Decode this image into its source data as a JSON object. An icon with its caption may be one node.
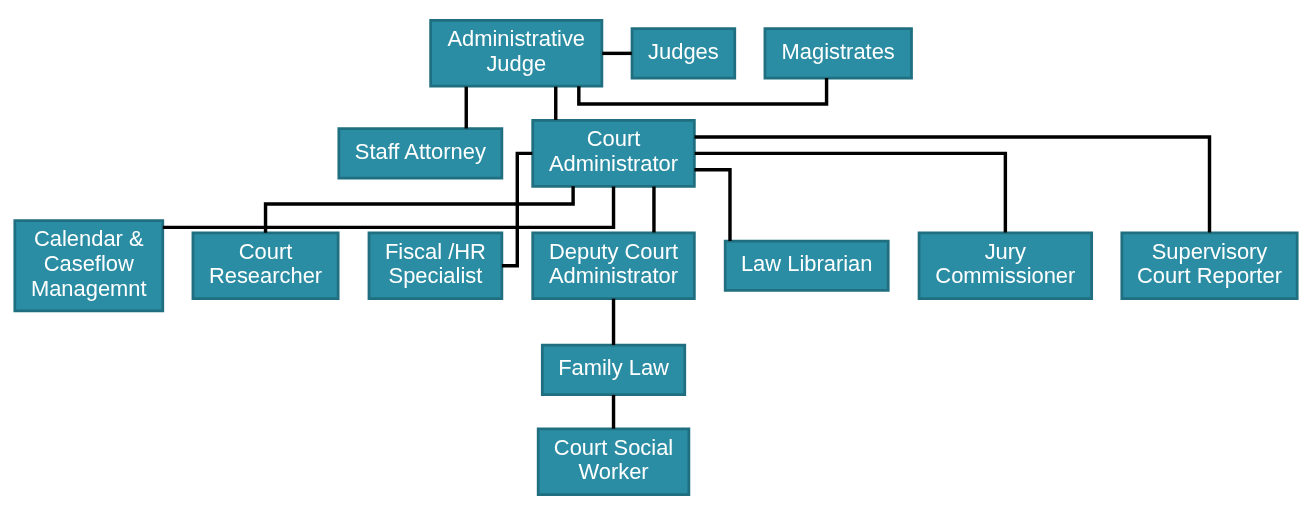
{
  "diagram": {
    "nodes": [
      {
        "text": [
          "Magistrates"
        ]
      },
      {
        "text": [
          "Administrative Judge"
        ]
      },
      {
        "text": [
          "Judges"
        ]
      },
      {
        "text": [
          "Staff Attorney"
        ]
      },
      {
        "text": [
          "Court Administrator"
        ]
      },
      {
        "text": [
          "Calendar & Caseflow Managemnt"
        ]
      },
      {
        "text": [
          "Court Researcher"
        ]
      },
      {
        "text": [
          "Fiscal /HR Specialist"
        ]
      },
      {
        "text": [
          "Deputy Court Administrator"
        ]
      },
      {
        "text": [
          "Law Librarian"
        ]
      },
      {
        "text": [
          "Jury Commissioner"
        ]
      },
      {
        "text": [
          "Supervisory Court Reporter"
        ]
      },
      {
        "text": [
          "Family Law"
        ]
      },
      {
        "text": [
          "Court Social Worker"
        ]
      }
    ],
    "edges": [
      {
        "from": 1,
        "to": 0,
        "arrow": "none"
      },
      {
        "from": 1,
        "to": 2,
        "arrow": "none"
      },
      {
        "from": 1,
        "to": 3,
        "arrow": "none"
      },
      {
        "from": 1,
        "to": 4,
        "arrow": "none"
      },
      {
        "from": 4,
        "to": 5,
        "arrow": "none"
      },
      {
        "from": 4,
        "to": 6,
        "arrow": "none"
      },
      {
        "from": 4,
        "to": 7,
        "arrow": "none"
      },
      {
        "from": 4,
        "to": 8,
        "arrow": "none"
      },
      {
        "from": 4,
        "to": 9,
        "arrow": "none"
      },
      {
        "from": 4,
        "to": 10,
        "arrow": "none"
      },
      {
        "from": 4,
        "to": 11,
        "arrow": "none"
      },
      {
        "from": 8,
        "to": 12,
        "arrow": "none"
      },
      {
        "from": 12,
        "to": 13,
        "arrow": "none"
      }
    ]
  }
}
